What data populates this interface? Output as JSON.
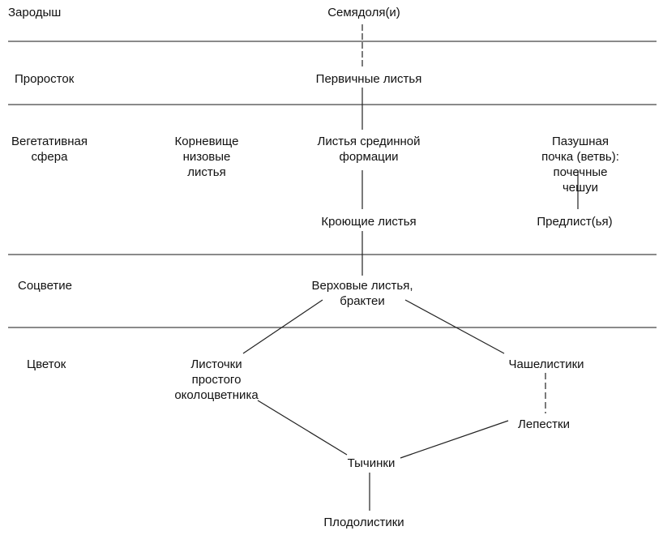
{
  "zones": {
    "embryo": "Зародыш",
    "seedling": "Проросток",
    "vegetative": "Вегетативная\nсфера",
    "inflorescence": "Соцветие",
    "flower": "Цветок"
  },
  "nodes": {
    "cotyledons": "Семядоля(и)",
    "primary_leaves": "Первичные листья",
    "rhizome": "Корневище\nнизовые\nлистья",
    "middle_leaves": "Листья срединной\nформации",
    "axillary_bud": "Пазушная почка (ветвь):\nпочечные чешуи",
    "covering_leaves": "Кроющие листья",
    "prophylls": "Предлист(ья)",
    "bracts": "Верховые листья,\nбрактеи",
    "perianth": "Листочки\nпростого\nоколоцветника",
    "sepals": "Чашелистики",
    "petals": "Лепестки",
    "stamens": "Тычинки",
    "carpels": "Плодолистики"
  },
  "colors": {
    "ink": "#111111",
    "rule": "#444444"
  }
}
